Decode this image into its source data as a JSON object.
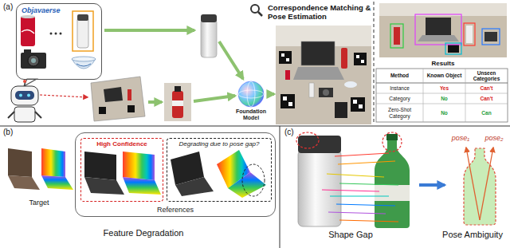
{
  "diagram": {
    "nodes": [
      {
        "text": [
          "Objavaerse"
        ]
      },
      {
        "text": [
          "Foundation Model"
        ]
      },
      {
        "text": [
          "References"
        ]
      },
      {
        "text": [
          "High Confidence"
        ],
        "in": 2
      },
      {
        "text": [
          "Degrading due to pose gap?"
        ],
        "in": 2
      }
    ],
    "labels": [
      "(a)",
      "Correspondence Matching & Pose Estimation",
      "Results",
      "Method",
      "Known Object",
      "Unseen Categories",
      "Instance",
      "Yes",
      "Can't",
      "Category",
      "No",
      "Can't",
      "Zero-Shot Category",
      "No",
      "Can",
      "(b)",
      "Target",
      "Feature Degradation",
      "(c)",
      "Shape Gap",
      "Pose Ambiguity",
      "pose₁",
      "pose₂"
    ]
  }
}
